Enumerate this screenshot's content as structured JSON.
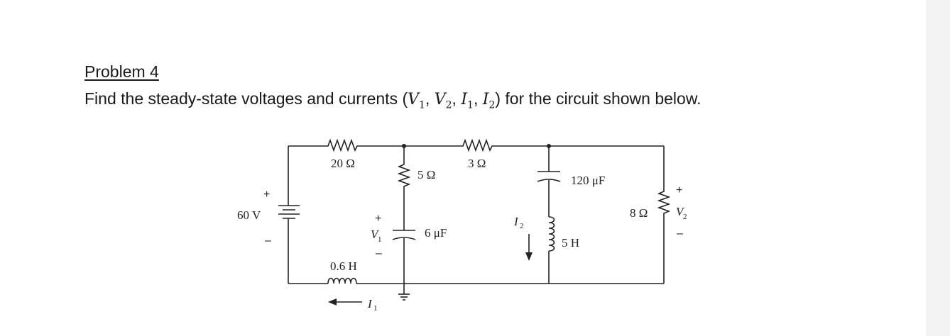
{
  "problem": {
    "title": "Problem 4",
    "statement_prefix": "Find the steady-state voltages and currents (",
    "var_v1": "V",
    "var_v1_sub": "1",
    "var_v2": "V",
    "var_v2_sub": "2",
    "var_i1": "I",
    "var_i1_sub": "1",
    "var_i2": "I",
    "var_i2_sub": "2",
    "sep": ", ",
    "statement_suffix": ") for the circuit shown below."
  },
  "circuit": {
    "source_label": "60 V",
    "r1_label": "20 Ω",
    "r2_label": "5 Ω",
    "r3_label": "3 Ω",
    "r4_label": "8 Ω",
    "c1_label": "6 μF",
    "c2_label": "120 μF",
    "l1_label": "0.6 H",
    "l2_label": "5 H",
    "v1_label": "V",
    "v1_sub": "1",
    "v2_label": "V",
    "v2_sub": "2",
    "i1_label": "I",
    "i1_sub": "1",
    "i2_label": "I",
    "i2_sub": "2",
    "plus": "+",
    "minus": "–"
  }
}
